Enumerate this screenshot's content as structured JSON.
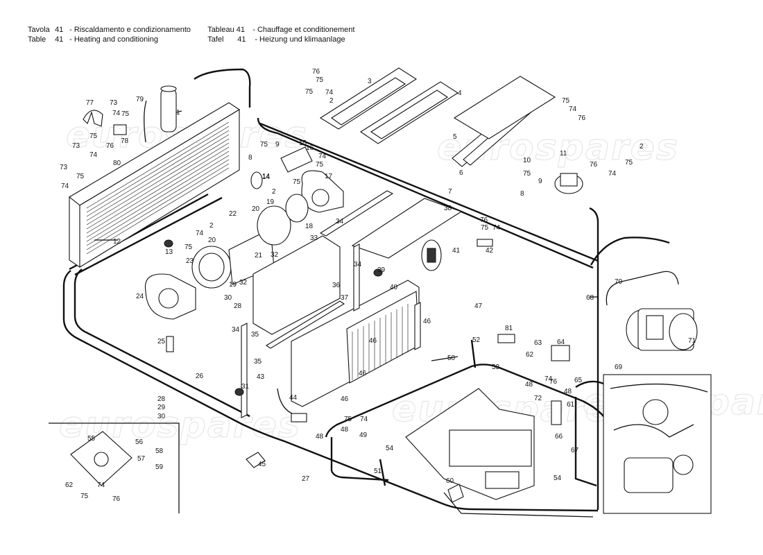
{
  "header": {
    "line1": {
      "prefix": "Tavola",
      "num": "41",
      "title_it": "- Riscaldamento e condizionamento",
      "prefix_fr": "Tableau 41",
      "title_fr": "- Chauffage et conditionement"
    },
    "line2": {
      "prefix": "Table",
      "num": "41",
      "title_en": "- Heating and conditioning",
      "prefix_de": "Tafel",
      "num_de": "41",
      "title_de": "- Heizung und klimaanlage"
    }
  },
  "watermark": "eurospares",
  "part_labels": [
    "1",
    "2",
    "3",
    "4",
    "5",
    "6",
    "7",
    "8",
    "9",
    "10",
    "11",
    "12",
    "13",
    "14",
    "15",
    "16",
    "17",
    "18",
    "19",
    "20",
    "21",
    "22",
    "23",
    "24",
    "25",
    "26",
    "27",
    "28",
    "29",
    "30",
    "31",
    "32",
    "33",
    "34",
    "35",
    "36",
    "37",
    "38",
    "39",
    "40",
    "41",
    "42",
    "43",
    "44",
    "45",
    "46",
    "47",
    "48",
    "49",
    "50",
    "51",
    "52",
    "53",
    "54",
    "55",
    "56",
    "57",
    "58",
    "59",
    "60",
    "61",
    "62",
    "63",
    "64",
    "65",
    "66",
    "67",
    "68",
    "69",
    "70",
    "71",
    "72",
    "73",
    "74",
    "75",
    "76",
    "77",
    "78",
    "79",
    "80",
    "81"
  ]
}
